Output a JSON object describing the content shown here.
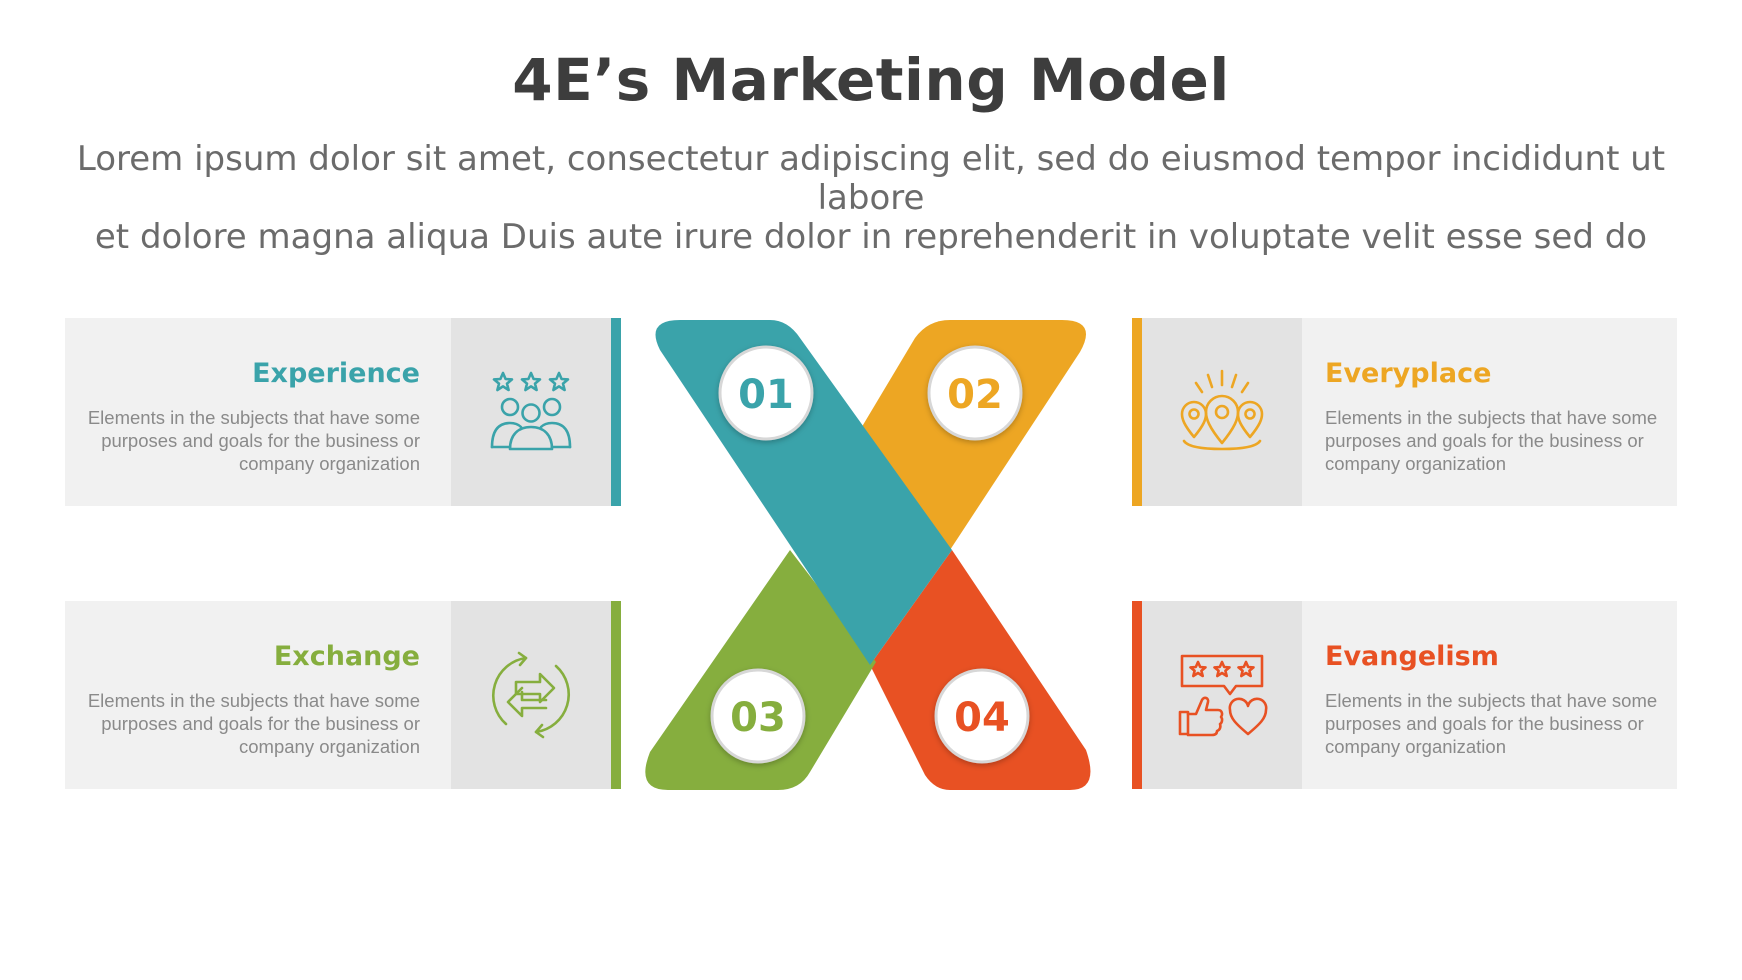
{
  "title": "4E’s Marketing Model",
  "subtitle_line1": "Lorem ipsum dolor sit amet, consectetur adipiscing elit, sed do eiusmod tempor incididunt ut labore",
  "subtitle_line2": "et dolore magna aliqua Duis aute irure dolor in reprehenderit in voluptate velit esse sed do",
  "colors": {
    "teal": "#3aa3aa",
    "orange": "#eda623",
    "green": "#86ae3e",
    "red": "#e85123",
    "title": "#3d3d3d",
    "text": "#8a8a8a"
  },
  "items": [
    {
      "number": "01",
      "heading": "Experience",
      "desc_line1": "Elements in the subjects that have some",
      "desc_line2": "purposes and goals for the business or",
      "desc_line3": "company organization",
      "icon": "group-stars-icon",
      "color": "#3aa3aa"
    },
    {
      "number": "02",
      "heading": "Everyplace",
      "desc_line1": "Elements in the subjects that have some",
      "desc_line2": "purposes and goals for the business or",
      "desc_line3": "company organization",
      "icon": "location-pins-icon",
      "color": "#eda623"
    },
    {
      "number": "03",
      "heading": "Exchange",
      "desc_line1": "Elements in the subjects that have some",
      "desc_line2": "purposes and goals for the business or",
      "desc_line3": "company organization",
      "icon": "exchange-arrows-icon",
      "color": "#86ae3e"
    },
    {
      "number": "04",
      "heading": "Evangelism",
      "desc_line1": "Elements in the subjects that have some",
      "desc_line2": "purposes and goals for the business or",
      "desc_line3": "company organization",
      "icon": "review-like-heart-icon",
      "color": "#e85123"
    }
  ]
}
